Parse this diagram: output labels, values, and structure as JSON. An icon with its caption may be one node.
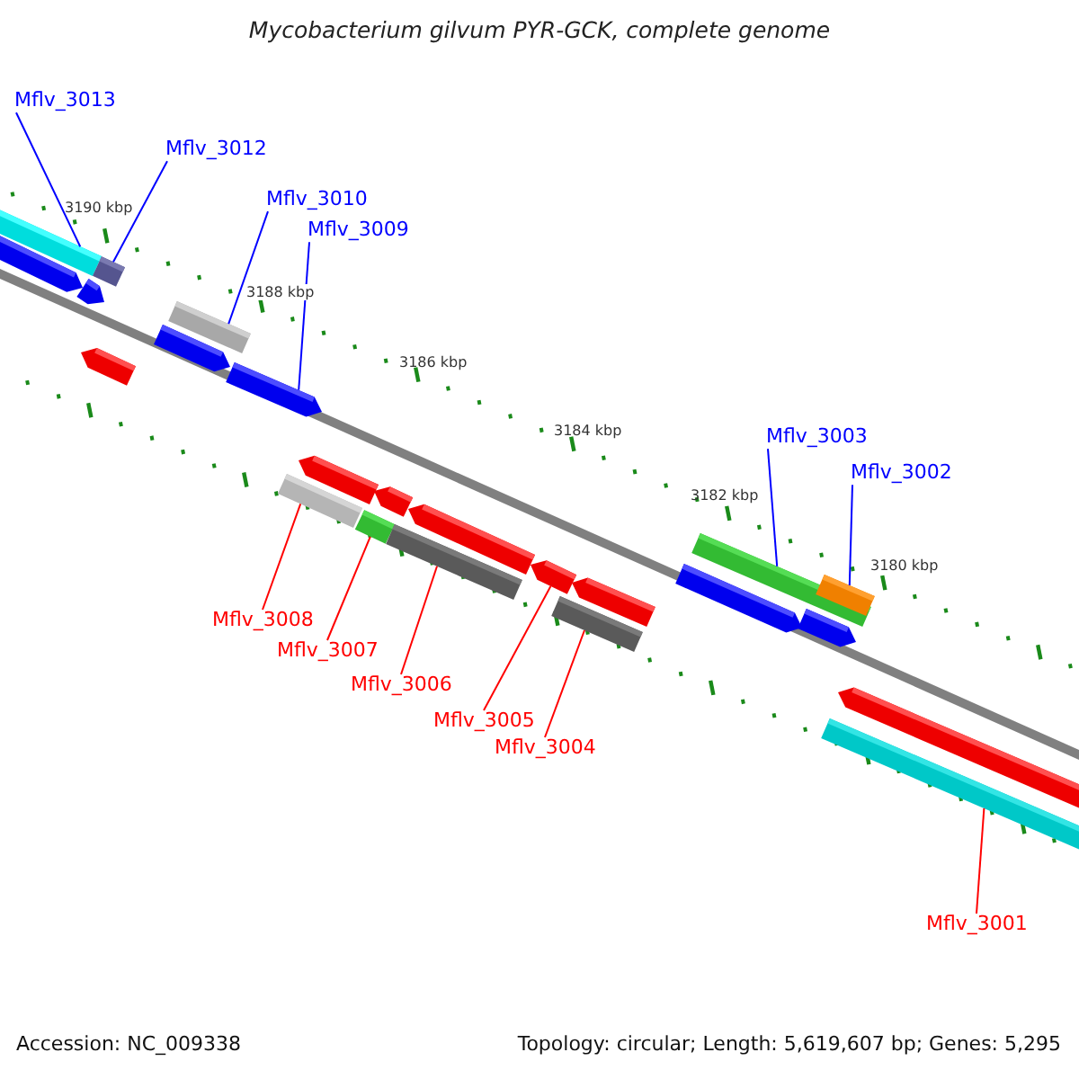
{
  "diagram": {
    "title": "Mycobacterium gilvum PYR-GCK, complete genome",
    "nodes": [
      {
        "text": [
          "Mflv_3013"
        ]
      },
      {
        "text": [
          "Mflv_3012"
        ]
      },
      {
        "text": [
          "Mflv_3010"
        ]
      },
      {
        "text": [
          "Mflv_3009"
        ]
      },
      {
        "text": [
          "Mflv_3008"
        ]
      },
      {
        "text": [
          "Mflv_3007"
        ]
      },
      {
        "text": [
          "Mflv_3006"
        ]
      },
      {
        "text": [
          "Mflv_3005"
        ]
      },
      {
        "text": [
          "Mflv_3004"
        ]
      },
      {
        "text": [
          "Mflv_3003"
        ]
      },
      {
        "text": [
          "Mflv_3002"
        ]
      },
      {
        "text": [
          "Mflv_3001"
        ]
      },
      {
        "text": [],
        "shape": "bar"
      },
      {
        "text": [],
        "shape": "bar"
      },
      {
        "text": [],
        "shape": "bar"
      },
      {
        "text": [],
        "shape": "pentagon"
      },
      {
        "text": [],
        "shape": "bar"
      },
      {
        "text": [],
        "shape": "bar"
      },
      {
        "text": [],
        "shape": "bar"
      },
      {
        "text": [],
        "shape": "pentagon"
      },
      {
        "text": [],
        "shape": "bar"
      },
      {
        "text": [],
        "shape": "bar"
      },
      {
        "text": [],
        "shape": "bar"
      },
      {
        "text": [],
        "shape": "bar"
      },
      {
        "text": [],
        "shape": "pentagon"
      },
      {
        "text": [],
        "shape": "pentagon"
      },
      {
        "text": [],
        "shape": "pentagon"
      },
      {
        "text": [],
        "shape": "pentagon"
      },
      {
        "text": [],
        "shape": "pentagon"
      },
      {
        "text": [],
        "shape": "pentagon"
      },
      {
        "text": [],
        "shape": "pentagon"
      },
      {
        "text": [],
        "shape": "pentagon"
      },
      {
        "text": [],
        "shape": "pentagon"
      },
      {
        "text": [],
        "shape": "pentagon"
      },
      {
        "text": [],
        "shape": "pentagon"
      }
    ],
    "edges": [
      {
        "from": 0,
        "to": 12,
        "arrow": "none",
        "color": "#0000ff"
      },
      {
        "from": 1,
        "to": 13,
        "arrow": "none",
        "color": "#0000ff"
      },
      {
        "from": 2,
        "to": 14,
        "arrow": "none",
        "color": "#0000ff"
      },
      {
        "from": 3,
        "to": 15,
        "arrow": "none",
        "color": "#0000ff"
      },
      {
        "from": 4,
        "to": 16,
        "arrow": "none",
        "color": "#ff0000"
      },
      {
        "from": 5,
        "to": 17,
        "arrow": "none",
        "color": "#ff0000"
      },
      {
        "from": 6,
        "to": 18,
        "arrow": "none",
        "color": "#ff0000"
      },
      {
        "from": 7,
        "to": 19,
        "arrow": "none",
        "color": "#ff0000"
      },
      {
        "from": 8,
        "to": 20,
        "arrow": "none",
        "color": "#ff0000"
      },
      {
        "from": 9,
        "to": 21,
        "arrow": "none",
        "color": "#0000ff"
      },
      {
        "from": 10,
        "to": 22,
        "arrow": "none",
        "color": "#0000ff"
      },
      {
        "from": 11,
        "to": 23,
        "arrow": "none",
        "color": "#ff0000"
      }
    ],
    "labels": [
      "3190 kbp",
      "3188 kbp",
      "3186 kbp",
      "3184 kbp",
      "3182 kbp",
      "3180 kbp",
      "Accession: NC_009338",
      "Topology: circular; Length: 5,619,607 bp; Genes: 5,295"
    ]
  }
}
